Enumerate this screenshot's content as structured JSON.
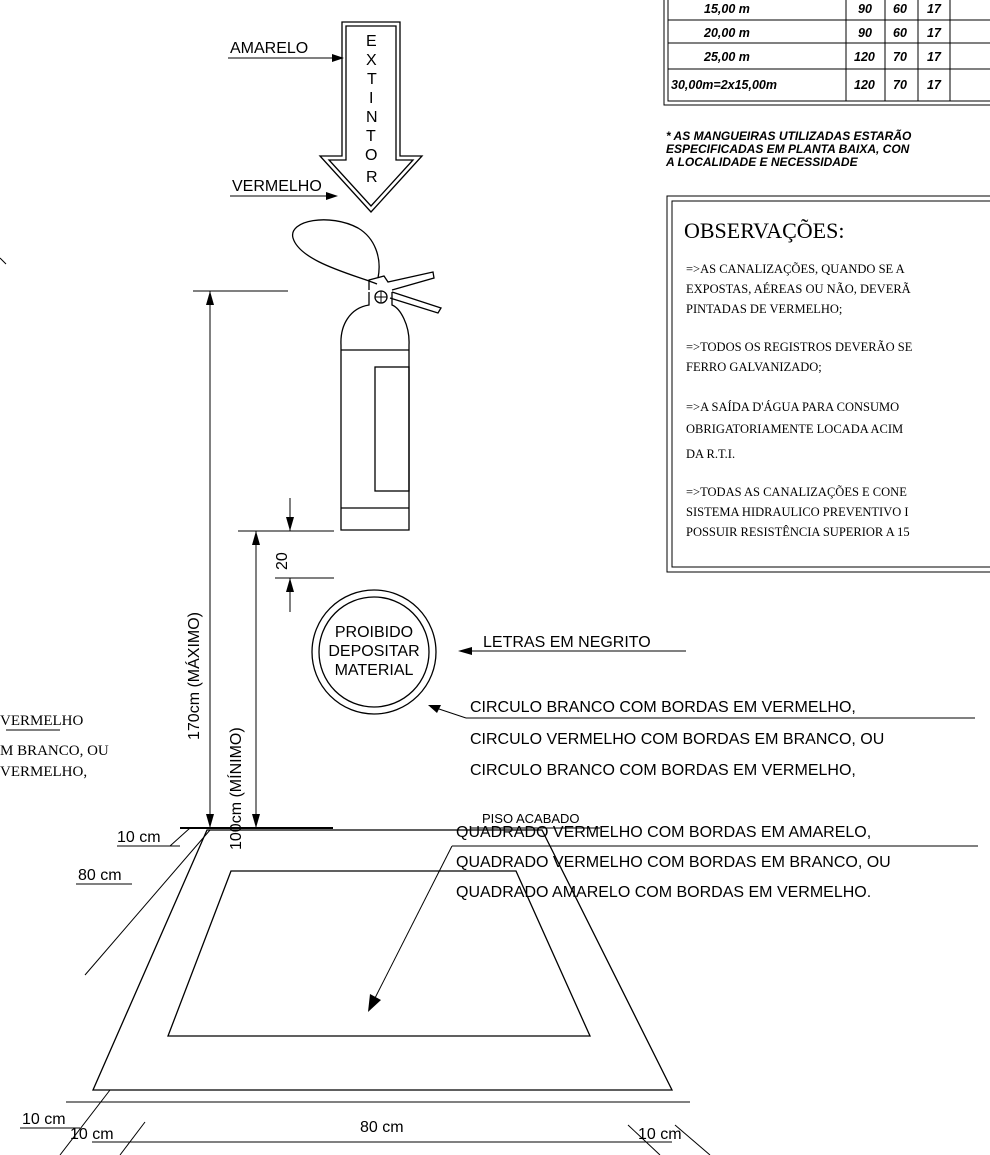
{
  "arrow_label": {
    "amarelo": "AMARELO",
    "vermelho": "VERMELHO",
    "letters": [
      "E",
      "X",
      "T",
      "I",
      "N",
      "T",
      "O",
      "R"
    ]
  },
  "table": {
    "rows": [
      [
        "15,00 m",
        "90",
        "60",
        "17"
      ],
      [
        "20,00 m",
        "90",
        "60",
        "17"
      ],
      [
        "25,00 m",
        "120",
        "70",
        "17"
      ],
      [
        "30,00m=2x15,00m",
        "120",
        "70",
        "17"
      ]
    ]
  },
  "table_note": [
    "* AS MANGUEIRAS UTILIZADAS ESTARÃO",
    "ESPECIFICADAS EM PLANTA BAIXA, CON",
    "A LOCALIDADE E NECESSIDADE"
  ],
  "observacoes": {
    "title": "OBSERVAÇÕES:",
    "items": [
      [
        "=>AS CANALIZAÇÕES, QUANDO SE A",
        "EXPOSTAS, AÉREAS OU NÃO, DEVERÃ",
        "PINTADAS DE VERMELHO;"
      ],
      [
        "=>TODOS OS REGISTROS DEVERÃO SE",
        "FERRO GALVANIZADO;"
      ],
      [
        "=>A SAÍDA D'ÁGUA PARA CONSUMO",
        "OBRIGATORIAMENTE LOCADA ACIM",
        "DA R.T.I."
      ],
      [
        "=>TODAS AS CANALIZAÇÕES E CONE",
        "SISTEMA HIDRAULICO PREVENTIVO I",
        "POSSUIR RESISTÊNCIA SUPERIOR A 15"
      ]
    ]
  },
  "dimensions": {
    "max_height": "170cm (MÁXIMO)",
    "min_height": "100cm (MÍNIMO)",
    "gap": "20"
  },
  "sign": {
    "lines": [
      "PROIBIDO",
      "DEPOSITAR",
      "MATERIAL"
    ],
    "letters_label": "LETRAS EM NEGRITO",
    "circle_options": [
      "CIRCULO BRANCO COM BORDAS EM VERMELHO,",
      "CIRCULO VERMELHO COM BORDAS EM BRANCO, OU",
      "CIRCULO BRANCO COM BORDAS EM VERMELHO,"
    ]
  },
  "left_fragment": [
    "VERMELHO",
    "M BRANCO, OU",
    "VERMELHO,"
  ],
  "square_options": [
    "QUADRADO  VERMELHO COM BORDAS EM AMARELO,",
    "QUADRADO VERMELHO COM BORDAS EM BRANCO, OU",
    "QUADRADO AMARELO COM BORDAS EM VERMELHO."
  ],
  "floor": {
    "piso": "PISO ACABADO",
    "dim_10_top": "10 cm",
    "dim_80_left": "80 cm",
    "dim_10_left": "10 cm",
    "dim_10_bl": "10 cm",
    "dim_80_bottom": "80 cm",
    "dim_10_br": "10 cm"
  }
}
